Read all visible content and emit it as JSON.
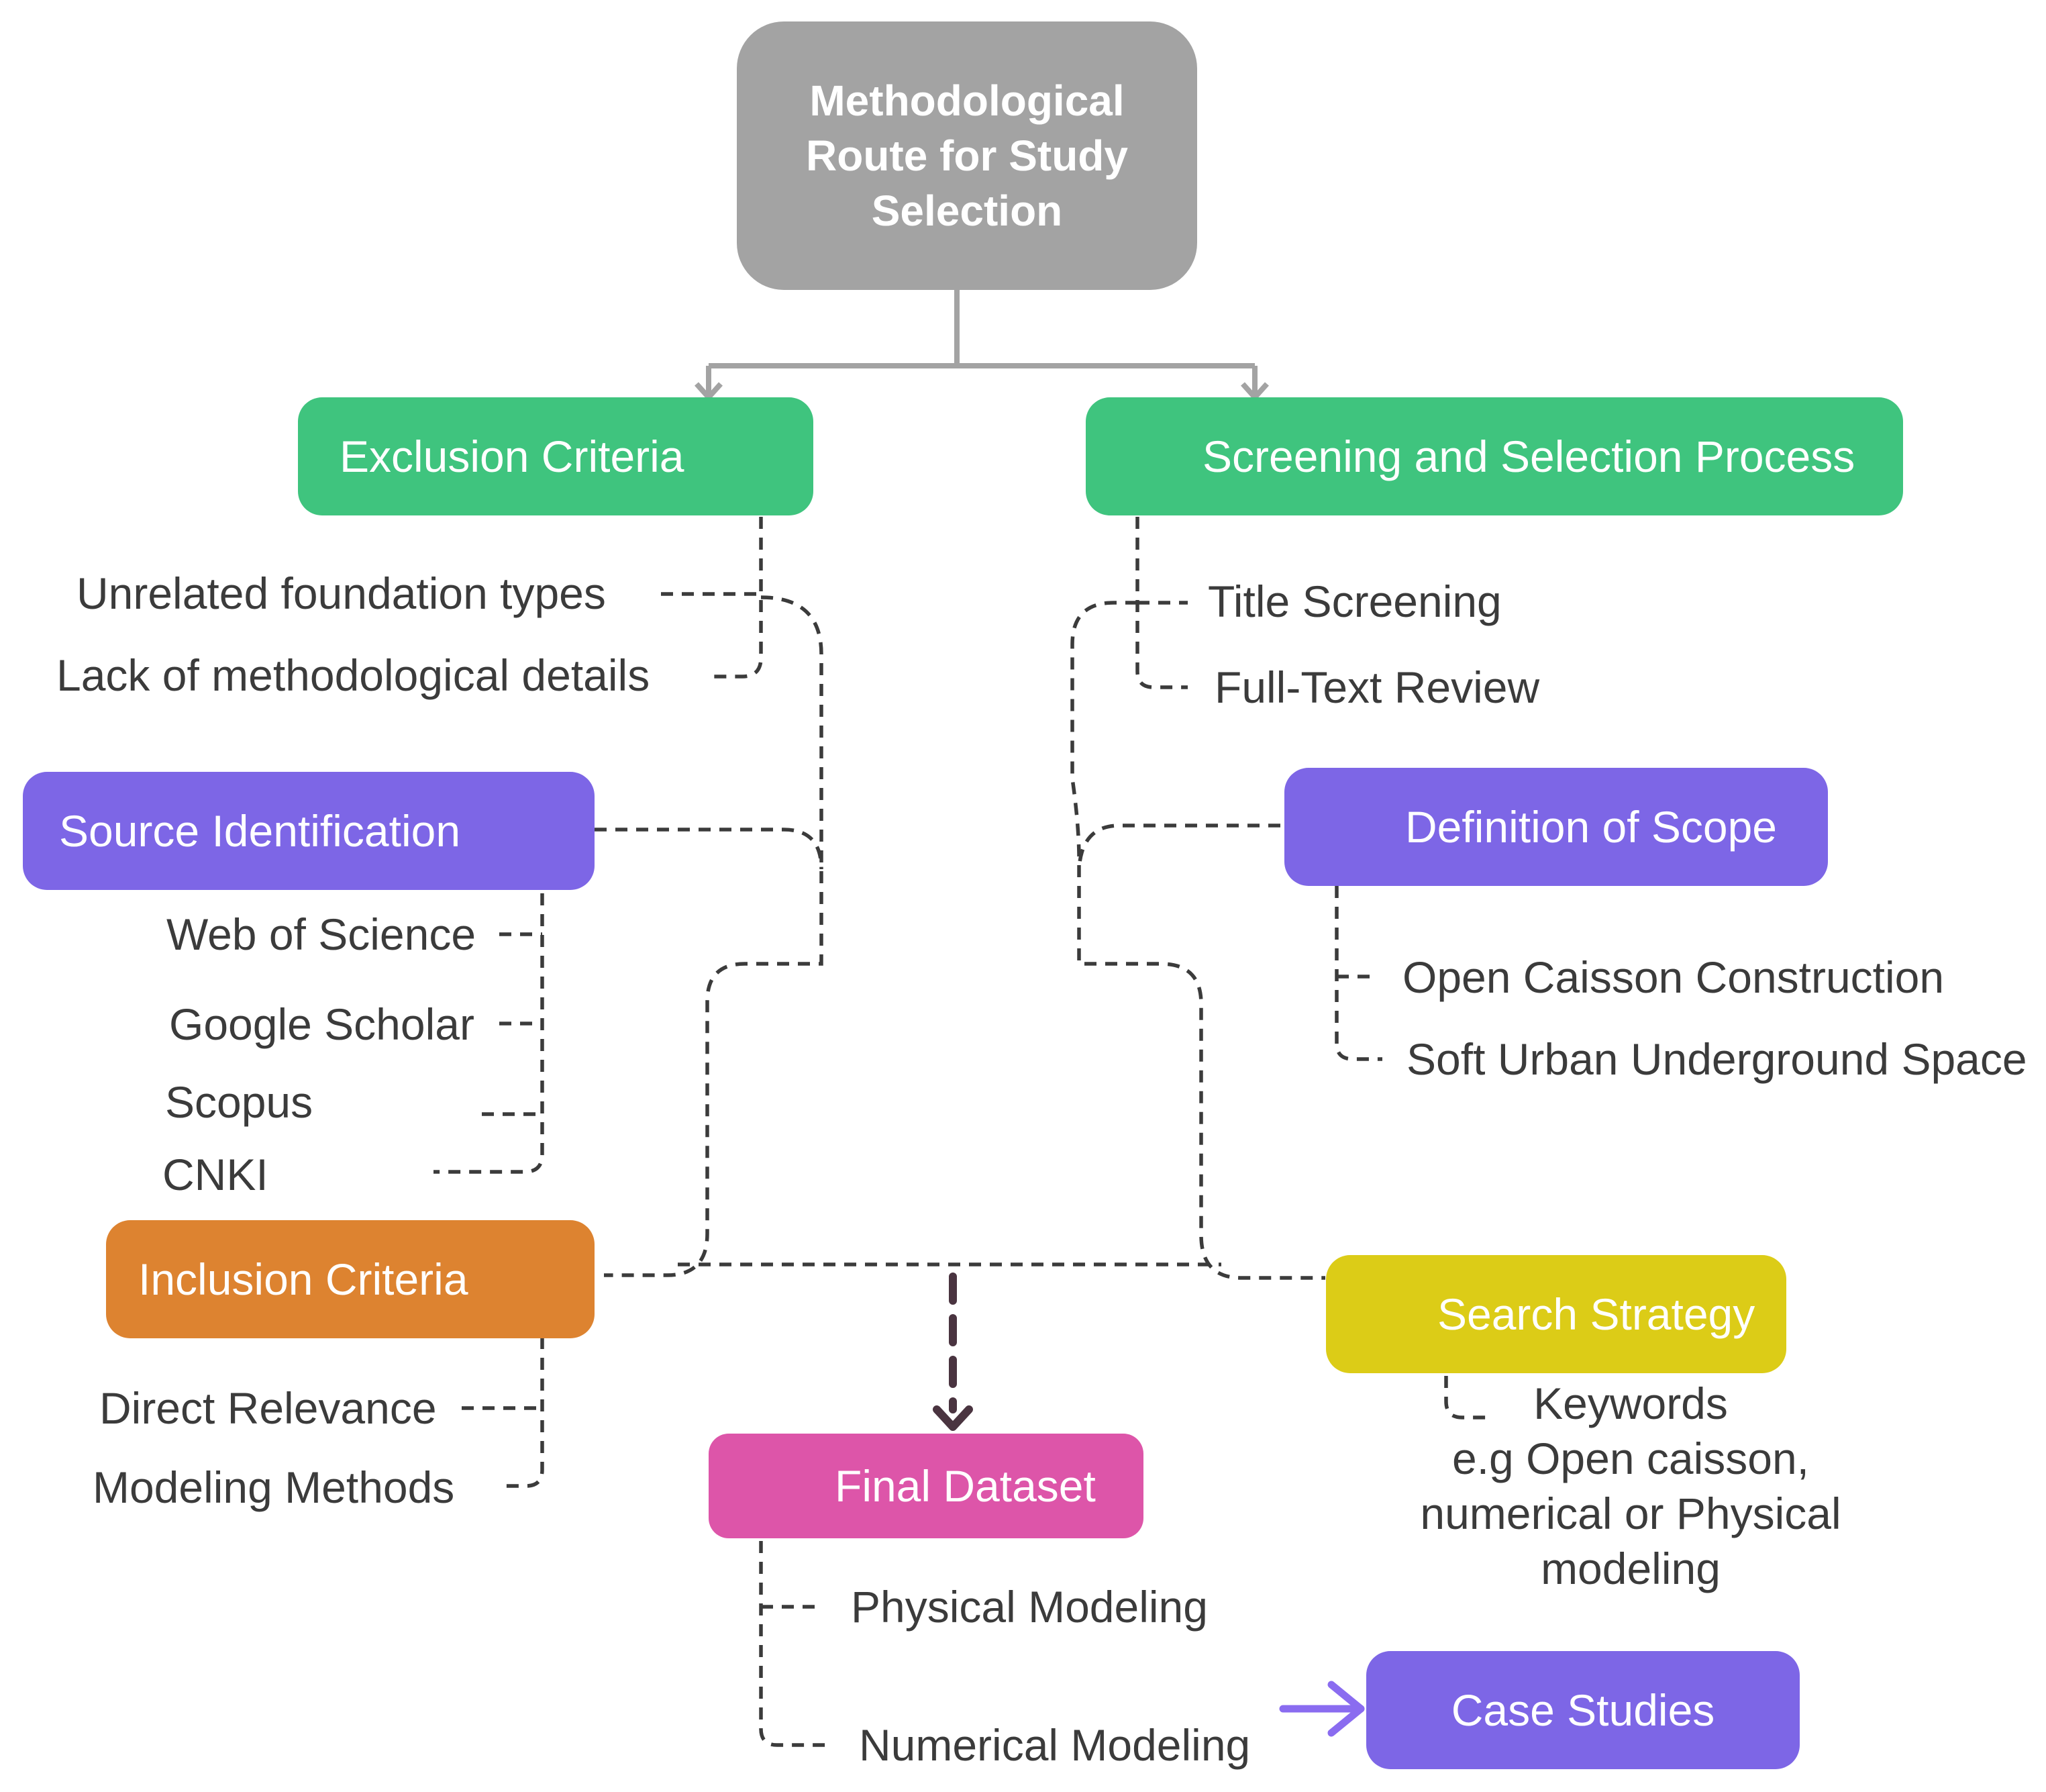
{
  "root": {
    "title": "Methodological Route for Study Selection"
  },
  "nodes": {
    "exclusion": "Exclusion Criteria",
    "screening": "Screening and Selection Process",
    "source": "Source Identification",
    "scope": "Definition of Scope",
    "inclusion": "Inclusion Criteria",
    "search": "Search Strategy",
    "final": "Final Dataset",
    "case": "Case Studies"
  },
  "items": {
    "exclusion": [
      "Unrelated foundation types",
      "Lack of methodological details"
    ],
    "screening": [
      "Title Screening",
      "Full-Text Review"
    ],
    "source": [
      "Web of Science",
      "Google Scholar",
      "Scopus",
      "CNKI"
    ],
    "scope": [
      "Open Caisson Construction",
      "Soft Urban Underground Space"
    ],
    "inclusion": [
      "Direct Relevance",
      "Modeling Methods"
    ],
    "search": [
      "Keywords",
      "e.g Open caisson,",
      "numerical or Physical",
      "modeling"
    ],
    "final": [
      "Physical Modeling",
      "Numerical Modeling"
    ]
  },
  "colors": {
    "root": "#a3a3a3",
    "green": "#3fc47e",
    "purple": "#7d66e6",
    "orange": "#dd8330",
    "yellow": "#dccc17",
    "pink": "#dd55a9",
    "connector": "#3b3b3b",
    "arrow_dark": "#4a3440",
    "arrow_purple": "#8a6cf0"
  }
}
